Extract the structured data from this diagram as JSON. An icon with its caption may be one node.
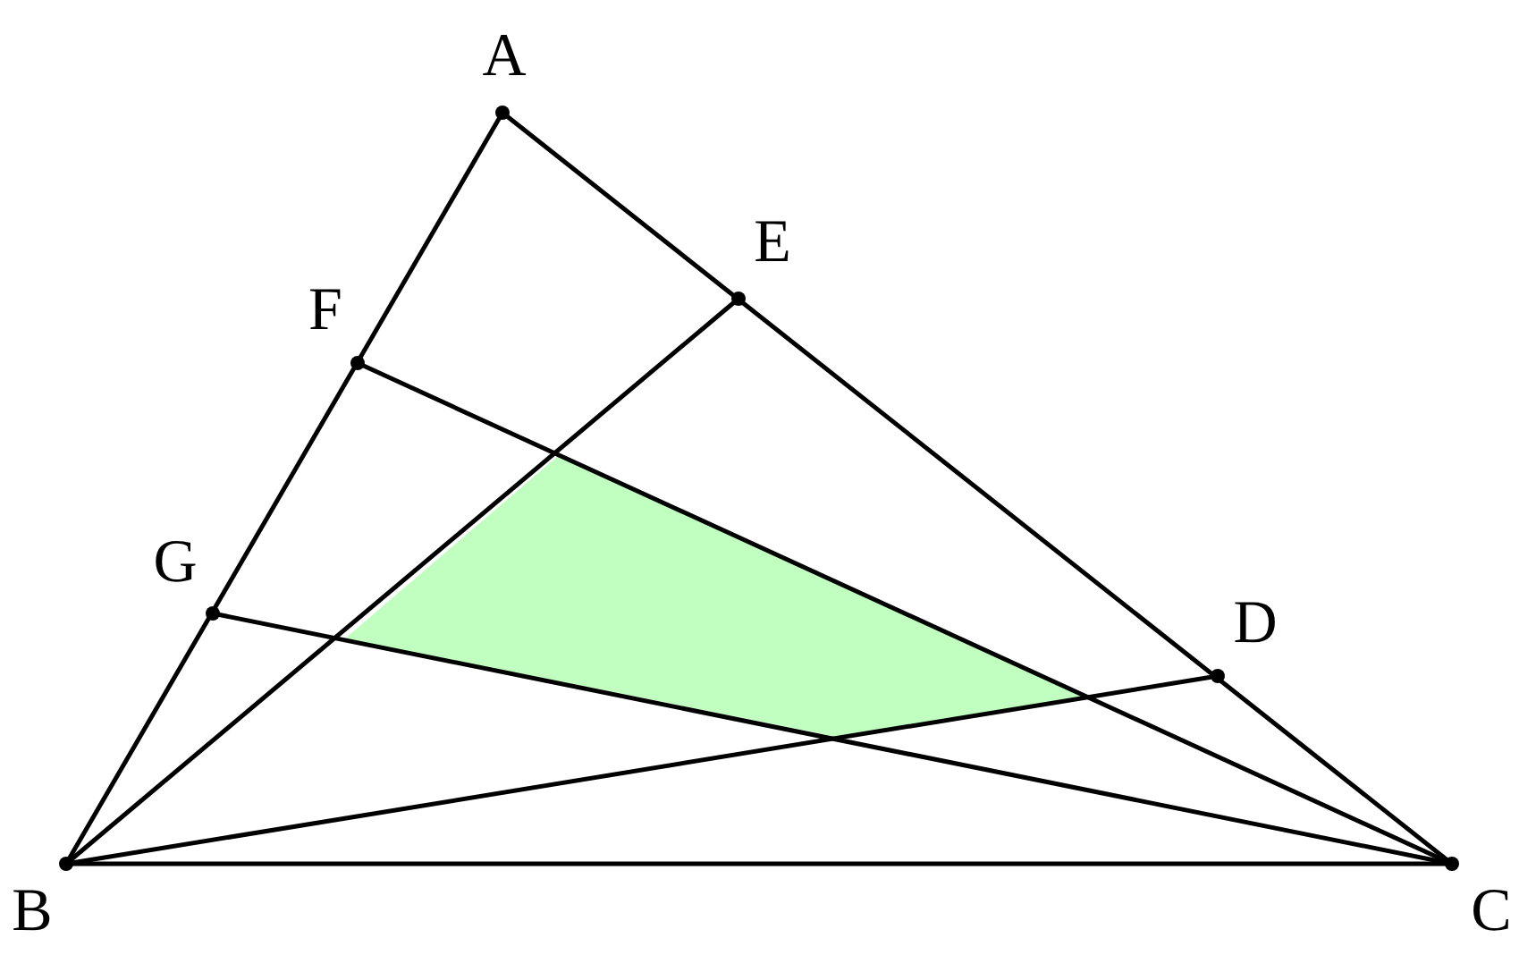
{
  "diagram": {
    "labels": [
      "A",
      "E",
      "F",
      "G",
      "D",
      "B",
      "C"
    ]
  }
}
